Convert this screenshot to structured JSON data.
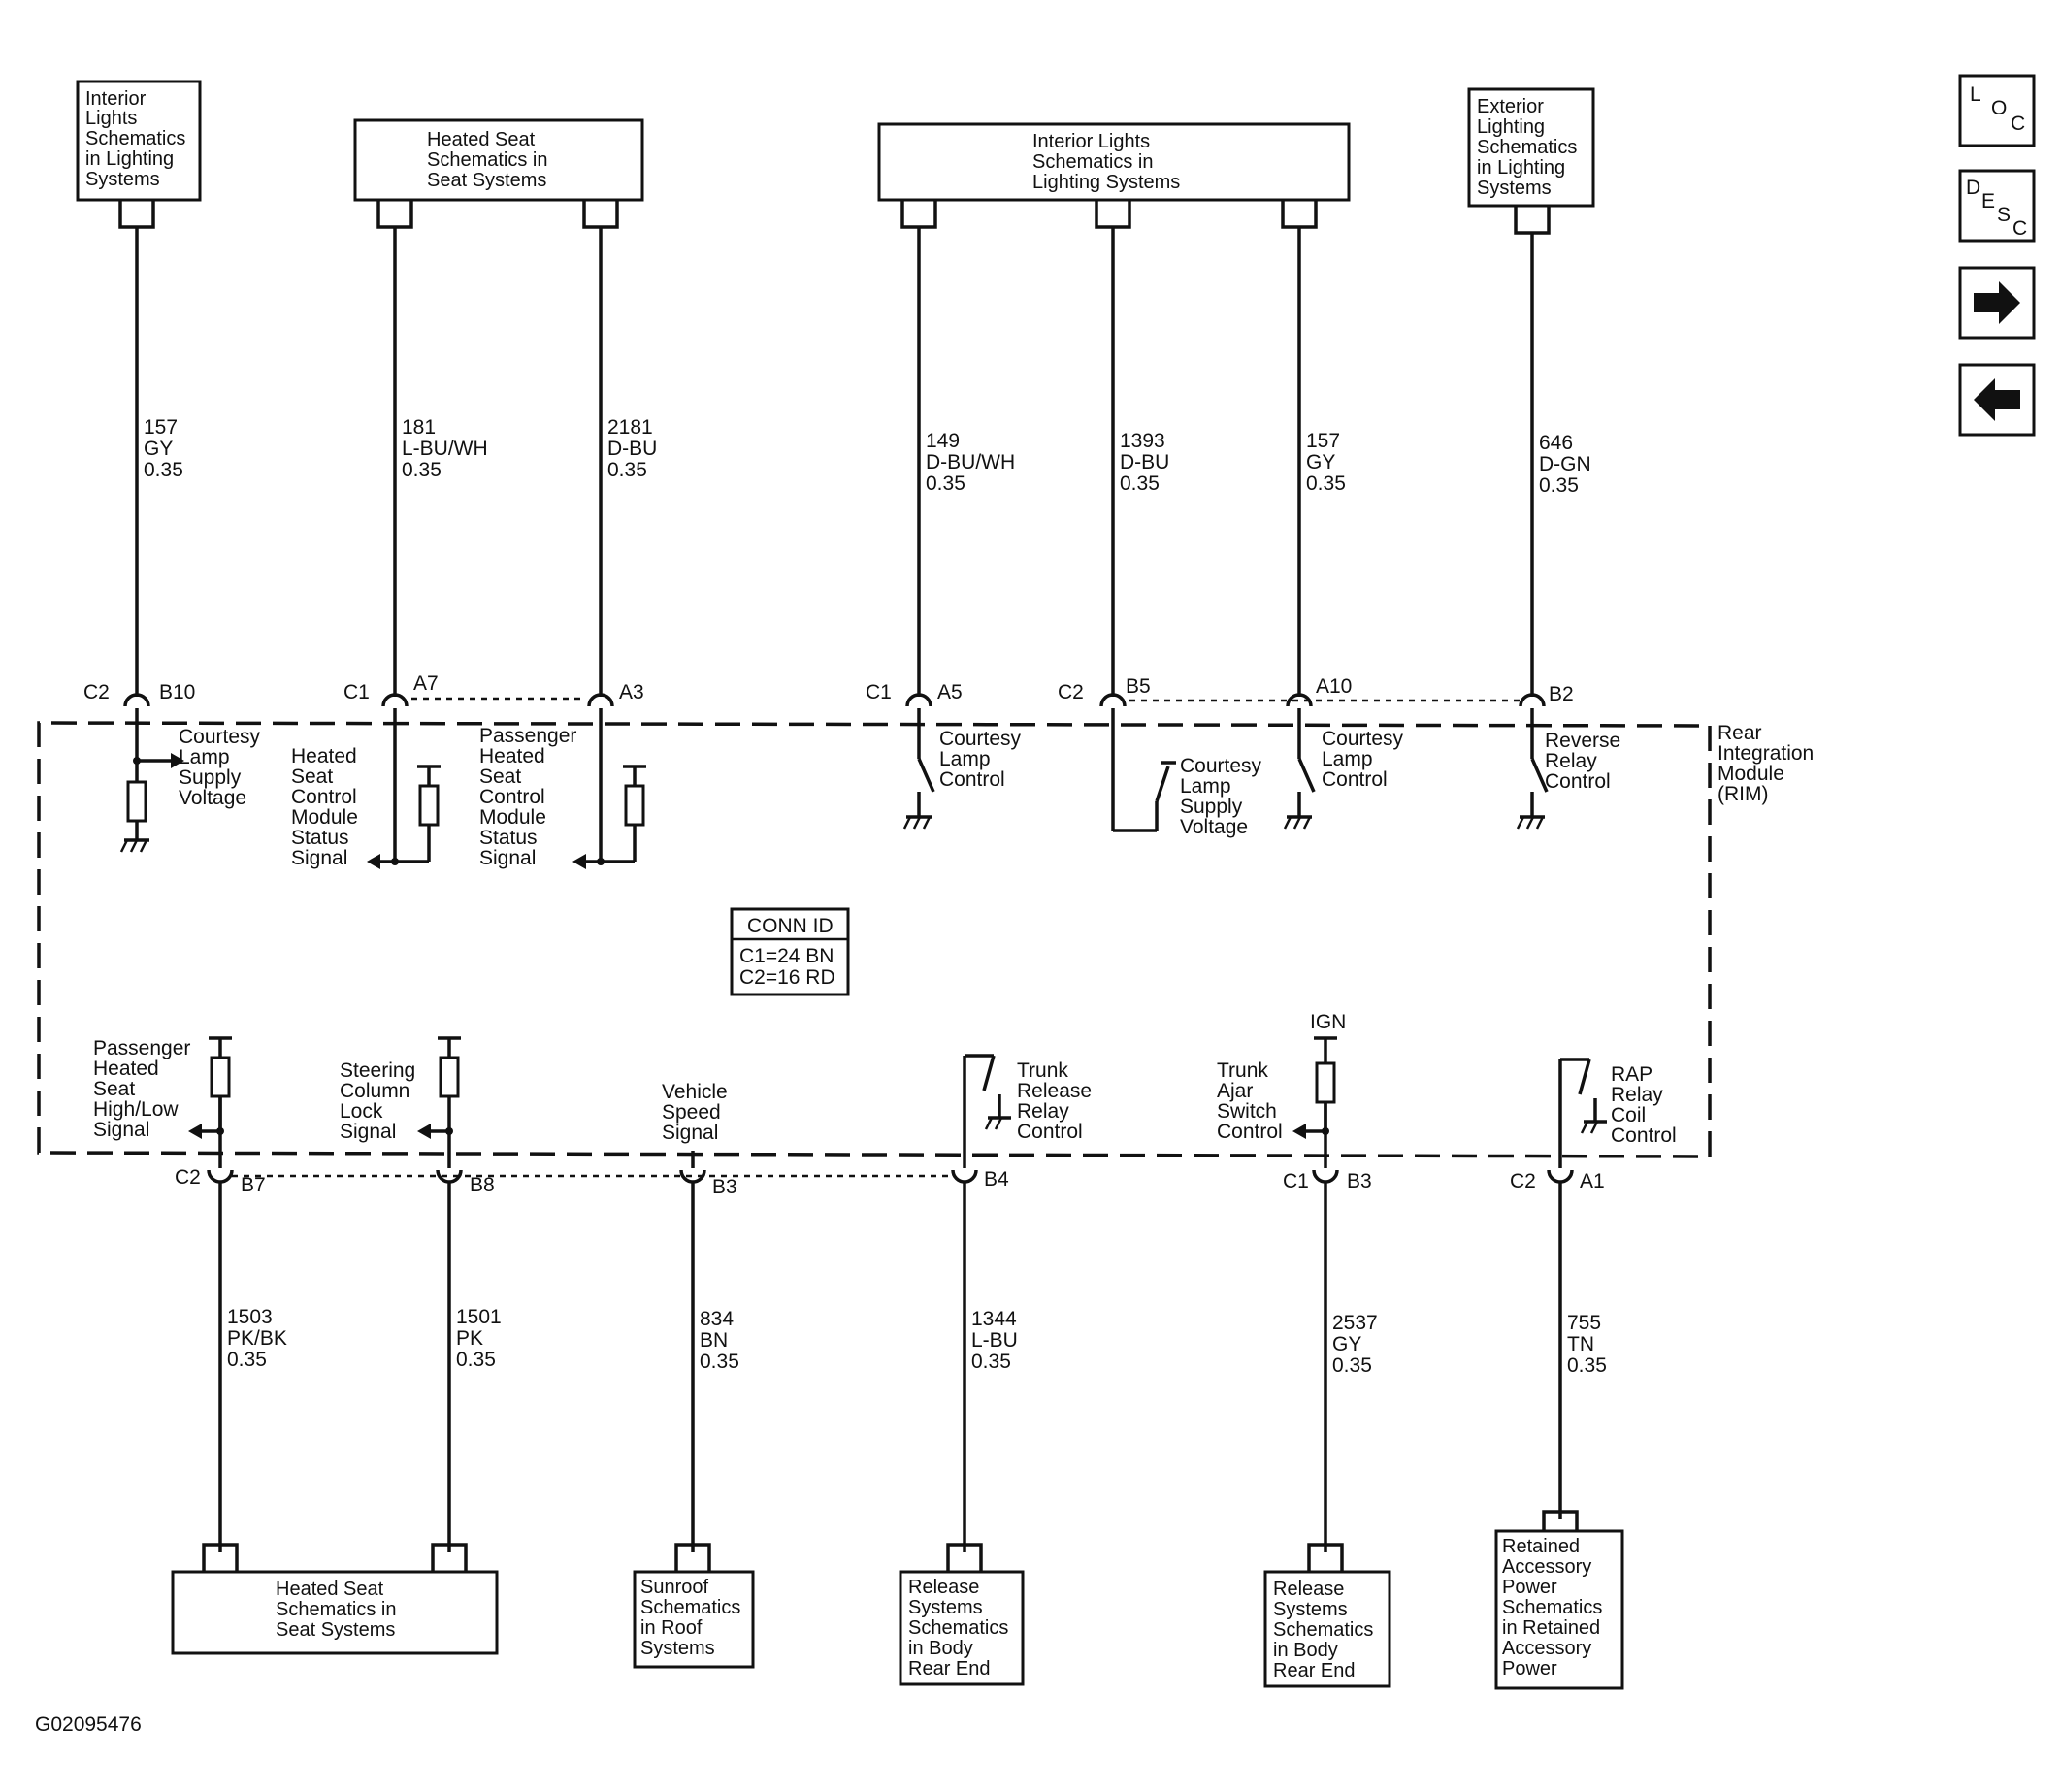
{
  "figure_id": "G02095476",
  "module": {
    "name_lines": [
      "Rear",
      "Integration",
      "Module",
      "(RIM)"
    ]
  },
  "conn_id": {
    "title": "CONN ID",
    "lines": [
      "C1=24 BN",
      "C2=16 RD"
    ]
  },
  "nav": {
    "loc": [
      "L",
      "O",
      "C"
    ],
    "desc": [
      "D",
      "E",
      "S",
      "C"
    ]
  },
  "top_boxes": [
    {
      "id": "interior-lights-1",
      "lines": [
        "Interior",
        "Lights",
        "Schematics",
        "in Lighting",
        "Systems"
      ]
    },
    {
      "id": "heated-seat-top",
      "lines": [
        "Heated Seat",
        "Schematics in",
        "Seat Systems"
      ]
    },
    {
      "id": "interior-lights-2",
      "lines": [
        "Interior Lights",
        "Schematics in",
        "Lighting Systems"
      ]
    },
    {
      "id": "exterior-lighting",
      "lines": [
        "Exterior",
        "Lighting",
        "Schematics",
        "in Lighting",
        "Systems"
      ]
    }
  ],
  "bottom_boxes": [
    {
      "id": "heated-seat-bottom",
      "lines": [
        "Heated Seat",
        "Schematics in",
        "Seat Systems"
      ]
    },
    {
      "id": "sunroof",
      "lines": [
        "Sunroof",
        "Schematics",
        "in Roof",
        "Systems"
      ]
    },
    {
      "id": "release-1",
      "lines": [
        "Release",
        "Systems",
        "Schematics",
        "in Body",
        "Rear End"
      ]
    },
    {
      "id": "release-2",
      "lines": [
        "Release",
        "Systems",
        "Schematics",
        "in Body",
        "Rear End"
      ]
    },
    {
      "id": "rap",
      "lines": [
        "Retained",
        "Accessory",
        "Power",
        "Schematics",
        "in Retained",
        "Accessory",
        "Power"
      ]
    }
  ],
  "top_wires": [
    {
      "circuit": "157",
      "color": "GY",
      "gauge": "0.35",
      "connector": "C2",
      "pin": "B10",
      "function": [
        "Courtesy",
        "Lamp",
        "Supply",
        "Voltage"
      ]
    },
    {
      "circuit": "181",
      "color": "L-BU/WH",
      "gauge": "0.35",
      "connector": "C1",
      "pin": "A7",
      "function": [
        "Heated",
        "Seat",
        "Control",
        "Module",
        "Status",
        "Signal"
      ]
    },
    {
      "circuit": "2181",
      "color": "D-BU",
      "gauge": "0.35",
      "connector": "",
      "pin": "A3",
      "function": [
        "Passenger",
        "Heated",
        "Seat",
        "Control",
        "Module",
        "Status",
        "Signal"
      ]
    },
    {
      "circuit": "149",
      "color": "D-BU/WH",
      "gauge": "0.35",
      "connector": "C1",
      "pin": "A5",
      "function": [
        "Courtesy",
        "Lamp",
        "Control"
      ]
    },
    {
      "circuit": "1393",
      "color": "D-BU",
      "gauge": "0.35",
      "connector": "C2",
      "pin": "B5",
      "function": [
        "Courtesy",
        "Lamp",
        "Supply",
        "Voltage"
      ]
    },
    {
      "circuit": "157",
      "color": "GY",
      "gauge": "0.35",
      "connector": "",
      "pin": "A10",
      "function": [
        "Courtesy",
        "Lamp",
        "Control"
      ]
    },
    {
      "circuit": "646",
      "color": "D-GN",
      "gauge": "0.35",
      "connector": "",
      "pin": "B2",
      "function": [
        "Reverse",
        "Relay",
        "Control"
      ]
    }
  ],
  "bottom_wires": [
    {
      "circuit": "1503",
      "color": "PK/BK",
      "gauge": "0.35",
      "connector": "C2",
      "pin": "B7",
      "function": [
        "Passenger",
        "Heated",
        "Seat",
        "High/Low",
        "Signal"
      ]
    },
    {
      "circuit": "1501",
      "color": "PK",
      "gauge": "0.35",
      "connector": "",
      "pin": "B8",
      "function": [
        "Steering",
        "Column",
        "Lock",
        "Signal"
      ]
    },
    {
      "circuit": "834",
      "color": "BN",
      "gauge": "0.35",
      "connector": "",
      "pin": "B3",
      "function": [
        "Vehicle",
        "Speed",
        "Signal"
      ]
    },
    {
      "circuit": "1344",
      "color": "L-BU",
      "gauge": "0.35",
      "connector": "",
      "pin": "B4",
      "function": [
        "Trunk",
        "Release",
        "Relay",
        "Control"
      ]
    },
    {
      "circuit": "2537",
      "color": "GY",
      "gauge": "0.35",
      "connector": "C1",
      "pin": "B3",
      "function": [
        "Trunk",
        "Ajar",
        "Switch",
        "Control"
      ],
      "supply": "IGN"
    },
    {
      "circuit": "755",
      "color": "TN",
      "gauge": "0.35",
      "connector": "C2",
      "pin": "A1",
      "function": [
        "RAP",
        "Relay",
        "Coil",
        "Control"
      ]
    }
  ]
}
